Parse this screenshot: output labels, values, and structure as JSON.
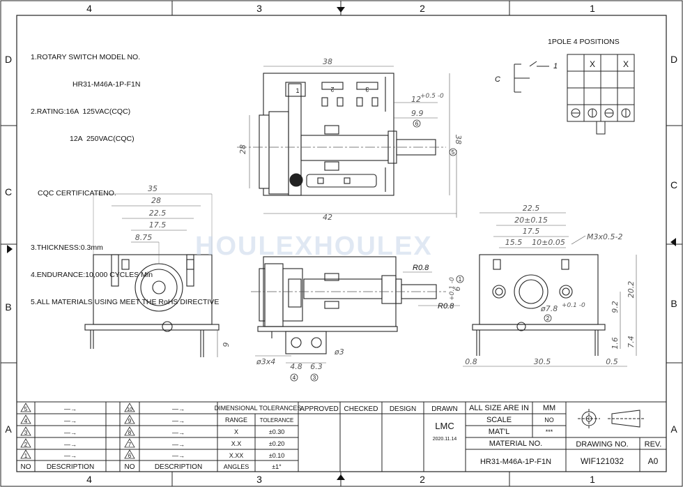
{
  "border": {
    "columns": [
      "4",
      "3",
      "2",
      "1"
    ],
    "rows": [
      "D",
      "C",
      "B",
      "A"
    ]
  },
  "notes": [
    "1.ROTARY SWITCH MODEL NO.",
    "HR31-M46A-1P-F1N",
    "2.RATING:16A  125VAC(CQC)",
    "12A  250VAC(CQC)",
    "",
    "CQC CERTIFICATENO.",
    "",
    "3.THICKNESS:0.3mm",
    "4.ENDURANCE:10,000 CYCLES Min",
    "5.ALL MATERIALS USING MEET THE RoHS DIRECTIVE"
  ],
  "watermark": "HOULEXHOULEX",
  "positions": {
    "title": "1POLE 4 POSITIONS",
    "c_label": "C",
    "one_label": "1",
    "x_marks": [
      "X",
      "X"
    ]
  },
  "dimensions": {
    "top_view": {
      "width": "38",
      "height": "28",
      "depth": "42",
      "side": "38",
      "shaft": "12",
      "shaft_tol": "+0.5 -0",
      "d99": "9.9",
      "mark5": "5",
      "mark6": "6"
    },
    "front_view": {
      "w35": "35",
      "w28": "28",
      "w225": "22.5",
      "w175": "17.5",
      "w875": "8.75",
      "h9": "9"
    },
    "side_view": {
      "r1": "R0.8",
      "r2": "R0.8",
      "d3x4": "ø3x4",
      "d3": "ø3",
      "w48": "4.8",
      "w63": "6.3",
      "shaft_d": "6",
      "shaft_tol": "+0.1 -0",
      "mark1": "1",
      "mark3": "3",
      "mark4": "4"
    },
    "right_view": {
      "w225": "22.5",
      "w20": "20±0.15",
      "w175": "17.5",
      "w155": "15.5",
      "w10": "10±0.05",
      "screw": "M3x0.5-2",
      "h202": "20.2",
      "h92": "9.2",
      "h16": "1.6",
      "h74": "7.4",
      "hole": "ø7.8",
      "hole_tol": "+0.1 -0",
      "w08": "0.8",
      "w305": "30.5",
      "w05": "0.5",
      "mark2": "2"
    }
  },
  "revision_table": {
    "rows_left": [
      "5",
      "4",
      "3",
      "2",
      "1"
    ],
    "rows_right": [
      "10",
      "9",
      "8",
      "7",
      "6"
    ],
    "arrow": "—→",
    "no_header": "NO",
    "desc_header": "DESCRIPTION"
  },
  "tolerances": {
    "title": "DIMENSIONAL TOLERANCES",
    "range_header": "RANGE",
    "tol_header": "TOLERANCE",
    "rows": [
      {
        "range": "X",
        "tol": "±0.30"
      },
      {
        "range": "X.X",
        "tol": "±0.20"
      },
      {
        "range": "X.XX",
        "tol": "±0.10"
      },
      {
        "range": "ANGLES",
        "tol": "±1°"
      }
    ]
  },
  "signoff": {
    "approved": "APPROVED",
    "checked": "CHECKED",
    "design": "DESIGN",
    "drawn": "DRAWN",
    "drawn_by": "LMC",
    "drawn_date": "2020.11.14"
  },
  "info": {
    "size_label": "ALL SIZE ARE IN",
    "size_value": "MM",
    "scale_label": "SCALE",
    "scale_value": "NO",
    "matl_label": "MAT'L",
    "matl_value": "***",
    "material_no_label": "MATERIAL NO.",
    "material_no_value": "HR31-M46A-1P-F1N",
    "drawing_no_label": "DRAWING NO.",
    "drawing_no_value": "WIF121032",
    "rev_label": "REV.",
    "rev_value": "A0"
  }
}
